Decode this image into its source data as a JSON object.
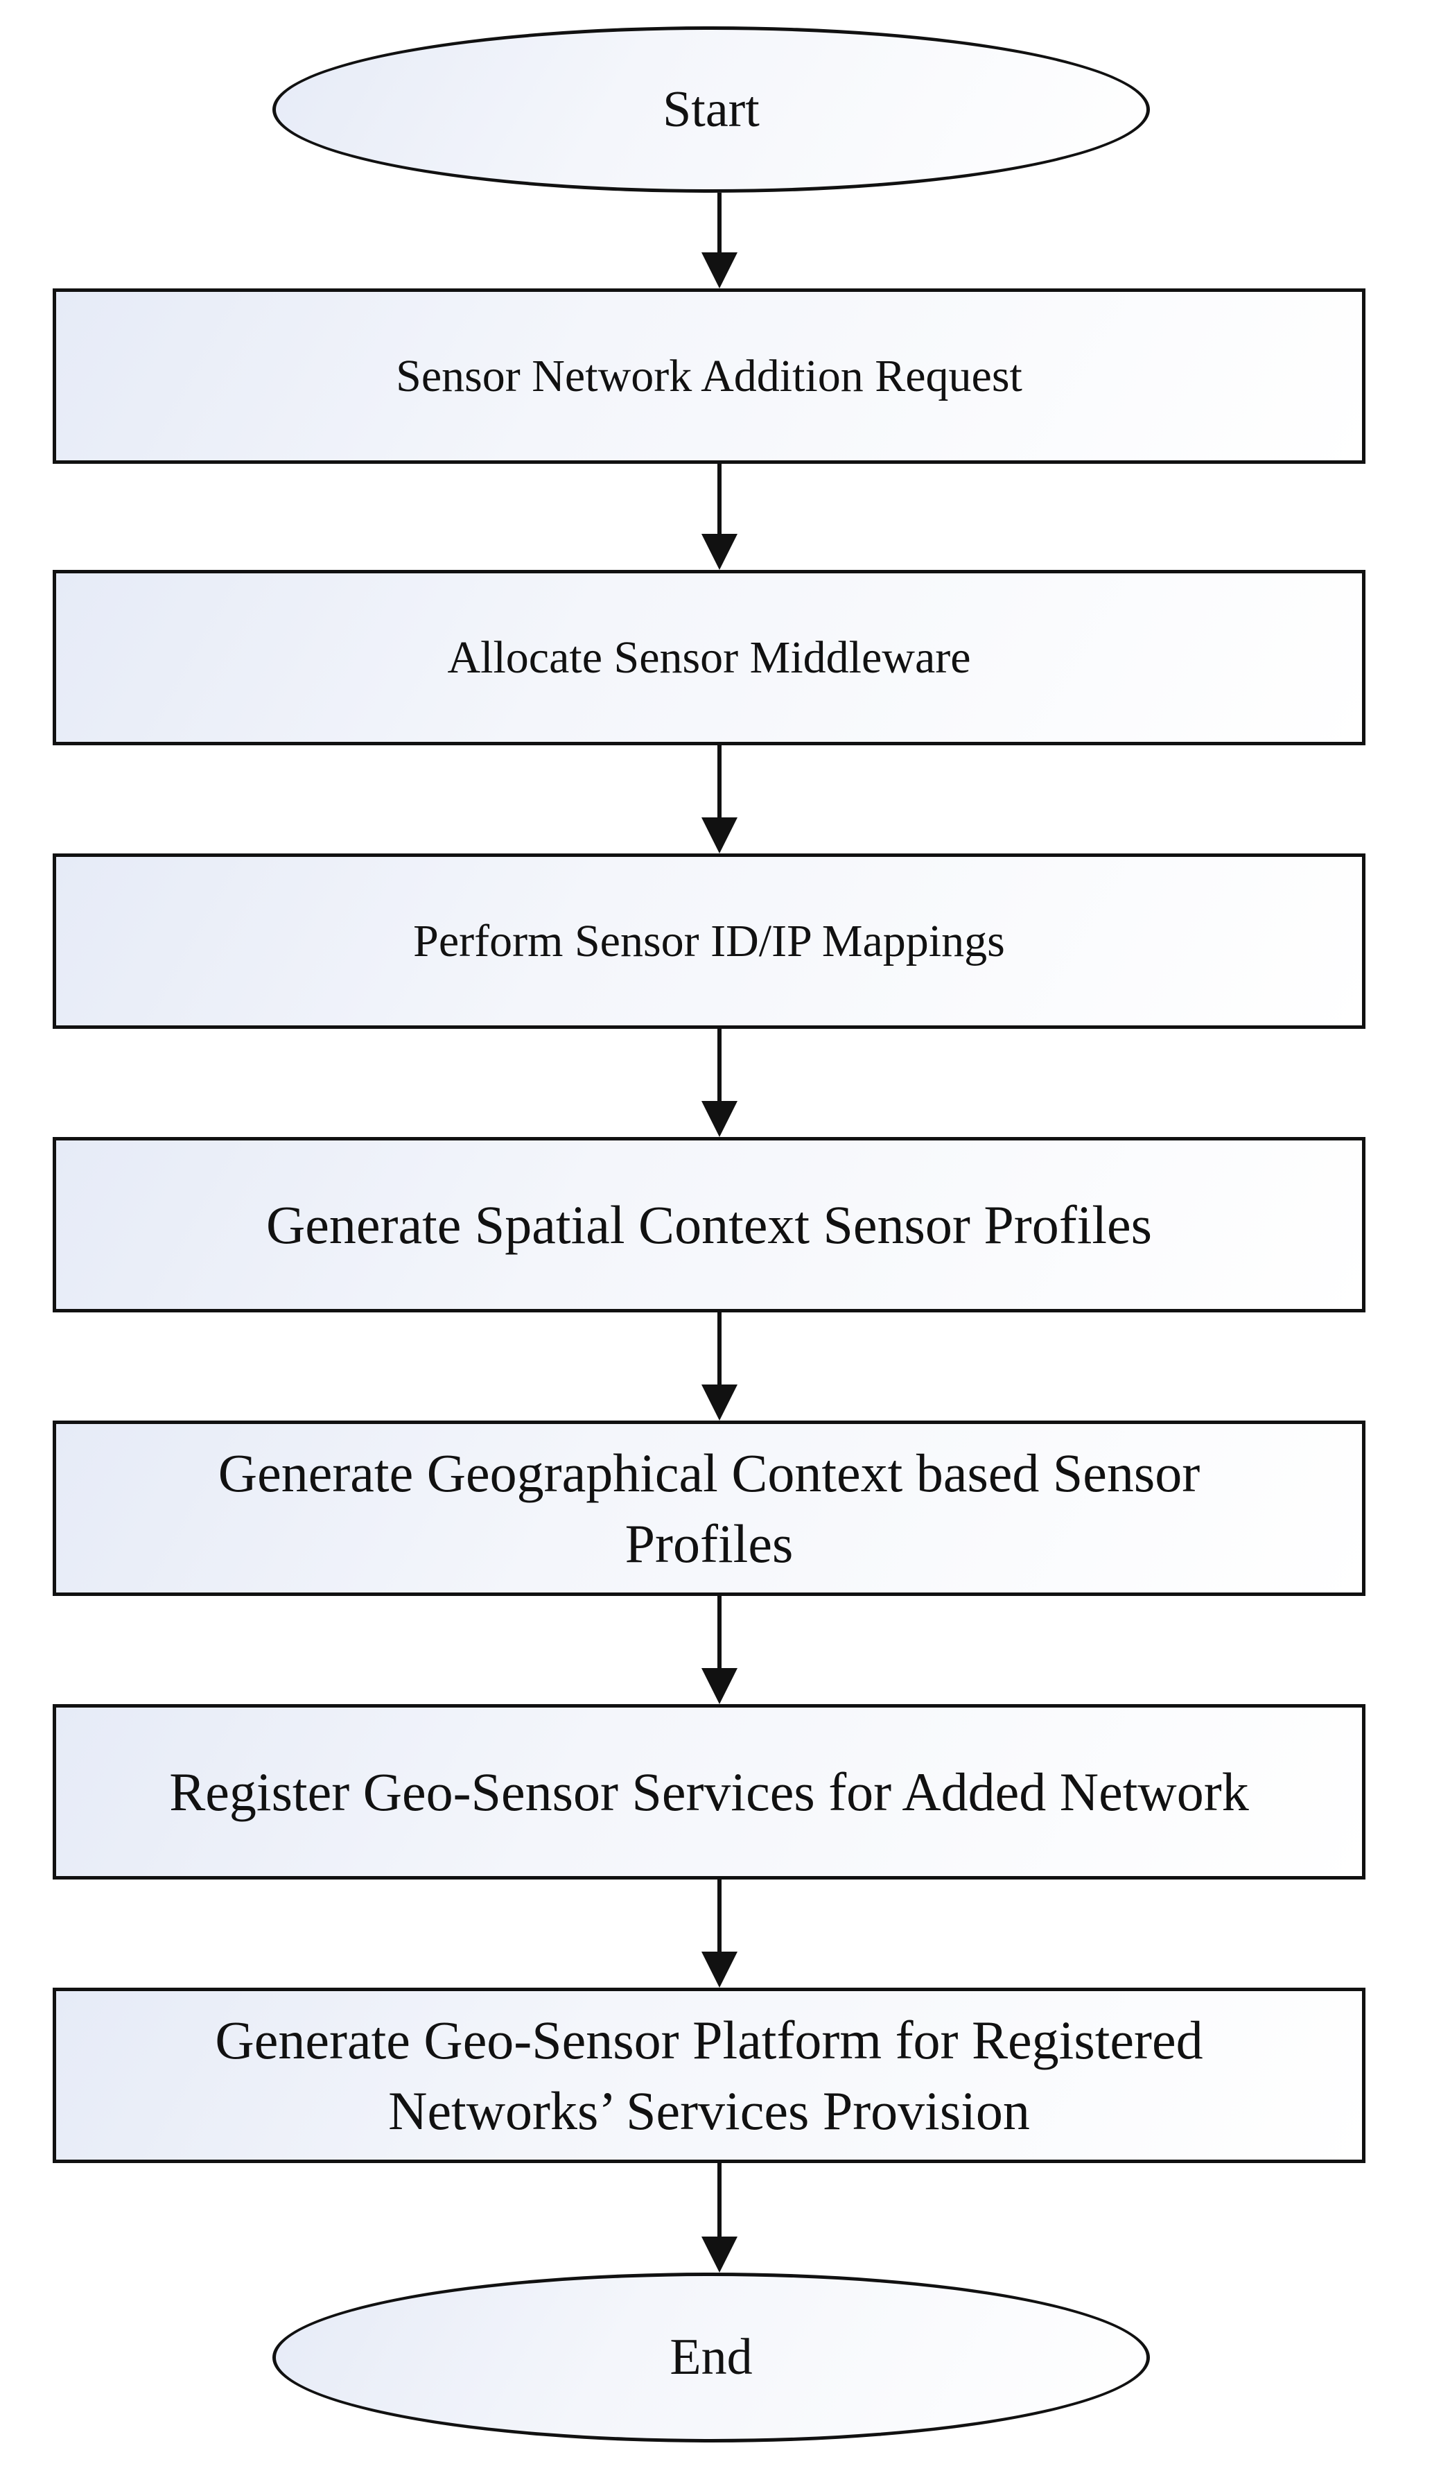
{
  "flowchart": {
    "start": "Start",
    "end": "End",
    "steps": [
      "Sensor Network Addition Request",
      "Allocate Sensor Middleware",
      "Perform Sensor ID/IP Mappings",
      "Generate Spatial Context Sensor Profiles",
      "Generate Geographical Context based Sensor Profiles",
      "Register Geo-Sensor Services for Added Network",
      "Generate Geo-Sensor Platform for Registered Networks’ Services Provision"
    ]
  }
}
